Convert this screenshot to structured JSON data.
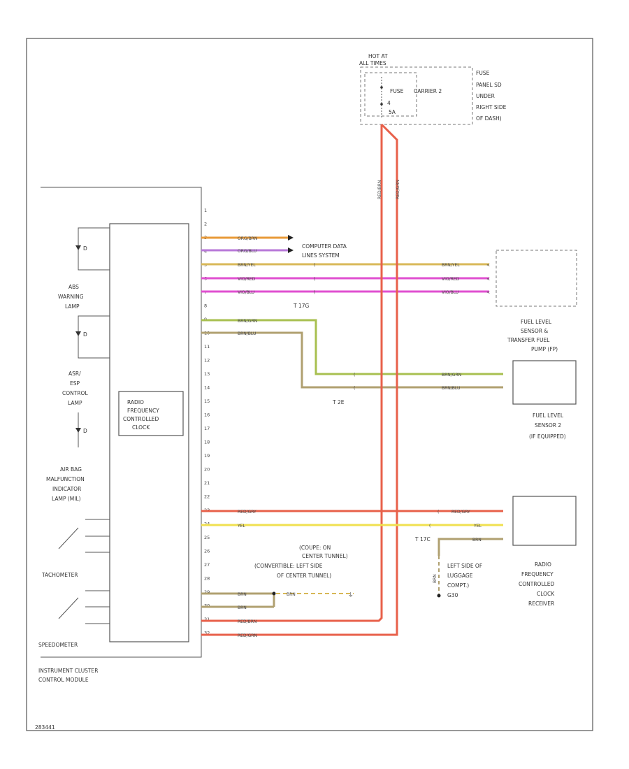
{
  "fuse": {
    "hot_at": "HOT AT",
    "hot_when": "ALL TIMES",
    "fuse_label": "FUSE",
    "fuse_number": "4",
    "carrier": "CARRIER 2",
    "amperage": "5A",
    "panel_lines": [
      "FUSE",
      "PANEL SD",
      "UNDER",
      "RIGHT SIDE",
      "OF DASH)"
    ]
  },
  "cluster": {
    "name_lines": [
      "INSTRUMENT CLUSTER",
      "CONTROL MODULE"
    ],
    "abs_lamp": [
      "ABS",
      "WARNING",
      "LAMP"
    ],
    "asr_lamp": [
      "ASR/",
      "ESP",
      "CONTROL",
      "LAMP"
    ],
    "airbag_lamp": [
      "AIR BAG",
      "MALFUNCTION",
      "INDICATOR",
      "LAMP (MIL)"
    ],
    "tachometer": "TACHOMETER",
    "speedometer": "SPEEDOMETER",
    "clock_module": [
      "RADIO",
      "FREQUENCY",
      "CONTROLLED",
      "CLOCK"
    ],
    "pins": [
      "1",
      "2",
      "3",
      "4",
      "5",
      "6",
      "7",
      "8",
      "9",
      "10",
      "11",
      "12",
      "13",
      "14",
      "15",
      "16",
      "17",
      "18",
      "19",
      "20",
      "21",
      "22",
      "23",
      "24",
      "25",
      "26",
      "27",
      "28",
      "29",
      "30",
      "31",
      "32"
    ],
    "diodes": [
      "D",
      "D",
      "D"
    ]
  },
  "wires": {
    "can_high": "ORG/BRN",
    "can_low": "ORG/BLU",
    "fuel_sig": "BRN/YEL",
    "vio_red": "VIO/RED",
    "vio_blu": "VIO/BLU",
    "brn_grn": "BRN/GRN",
    "brn_blu": "BRN/BLU",
    "red_gry": "RED/GRY",
    "yel": "YEL",
    "brn": "BRN",
    "red_brn": "RED/BRN",
    "red_grn": "RED/GRN"
  },
  "connectors": {
    "t17g": "T 17G",
    "t2e": "T 2E",
    "t17c": "T 17C",
    "ground": "G30"
  },
  "labels": {
    "computer_data": [
      "COMPUTER DATA",
      "LINES SYSTEM"
    ],
    "fuel_sensor": [
      "FUEL LEVEL",
      "SENSOR &",
      "TRANSFER FUEL",
      "PUMP (FP)"
    ],
    "fuel_sensor2": [
      "FUEL LEVEL",
      "SENSOR 2",
      "(IF EQUIPPED)"
    ],
    "ground_note": [
      "(COUPE: ON",
      "CENTER TUNNEL)",
      "(CONVERTIBLE: LEFT SIDE",
      "OF CENTER TUNNEL)"
    ],
    "left_ground": [
      "LEFT SIDE OF",
      "LUGGAGE",
      "COMPT.)",
      "G30"
    ],
    "clock_receiver": [
      "RADIO",
      "FREQUENCY",
      "CONTROLLED",
      "CLOCK",
      "RECEIVER"
    ],
    "diagram_id": "283441"
  },
  "colors": {
    "red": "#e8604a",
    "orange": "#e89a38",
    "violet": "#b878d8",
    "pink": "#e050d0",
    "yellow": "#f0e050",
    "brown_yel": "#d8b858",
    "olive_green": "#a8c050",
    "brown": "#b0a070"
  }
}
